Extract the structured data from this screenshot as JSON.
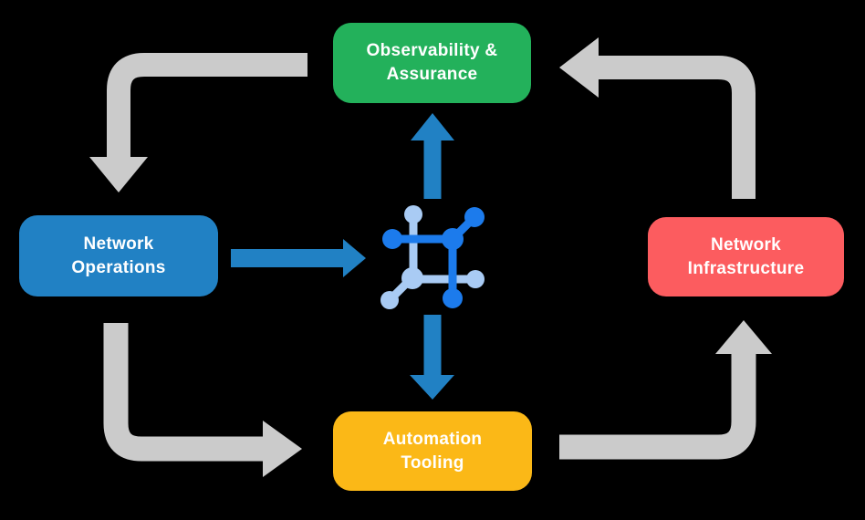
{
  "diagram": {
    "description": "Network automation closed-loop cycle diagram",
    "nodes": {
      "observability": {
        "line1": "Observability &",
        "line2": "Assurance",
        "color": "#23B15B"
      },
      "operations": {
        "line1": "Network",
        "line2": "Operations",
        "color": "#2181C4"
      },
      "infrastructure": {
        "line1": "Network",
        "line2": "Infrastructure",
        "color": "#FC5C5F"
      },
      "automation": {
        "line1": "Automation",
        "line2": "Tooling",
        "color": "#FBB817"
      }
    },
    "center_icon": {
      "name": "network-automation-icon"
    },
    "arrows": {
      "gray_cycle": [
        {
          "from": "observability",
          "to": "operations"
        },
        {
          "from": "operations",
          "to": "automation"
        },
        {
          "from": "automation",
          "to": "infrastructure"
        },
        {
          "from": "infrastructure",
          "to": "observability"
        }
      ],
      "blue": [
        {
          "from": "operations",
          "to": "center-icon"
        },
        {
          "from": "center-icon",
          "to": "observability"
        },
        {
          "from": "center-icon",
          "to": "automation"
        }
      ]
    },
    "colors": {
      "background": "#000000",
      "arrow_gray": "#CBCBCB",
      "arrow_blue": "#2181C4",
      "icon_dark_blue": "#1C7BEC",
      "icon_light_blue": "#A9CBF4",
      "text": "#FFFFFF"
    }
  }
}
